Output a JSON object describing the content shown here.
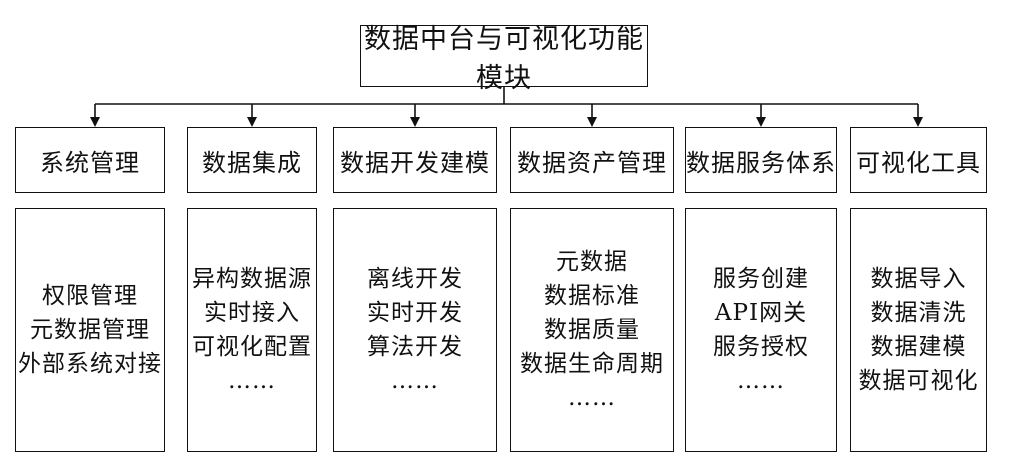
{
  "root": {
    "title": "数据中台与可视化功能模块"
  },
  "modules": [
    {
      "title": "系统管理",
      "items": [
        "权限管理",
        "元数据管理",
        "外部系统对接"
      ]
    },
    {
      "title": "数据集成",
      "items": [
        "异构数据源",
        "实时接入",
        "可视化配置",
        "……"
      ]
    },
    {
      "title": "数据开发建模",
      "items": [
        "离线开发",
        "实时开发",
        "算法开发",
        "……"
      ]
    },
    {
      "title": "数据资产管理",
      "items": [
        "元数据",
        "数据标准",
        "数据质量",
        "数据生命周期",
        "……"
      ]
    },
    {
      "title": "数据服务体系",
      "items": [
        "服务创建",
        "API网关",
        "服务授权",
        "……"
      ]
    },
    {
      "title": "可视化工具",
      "items": [
        "数据导入",
        "数据清洗",
        "数据建模",
        "数据可视化"
      ]
    }
  ]
}
